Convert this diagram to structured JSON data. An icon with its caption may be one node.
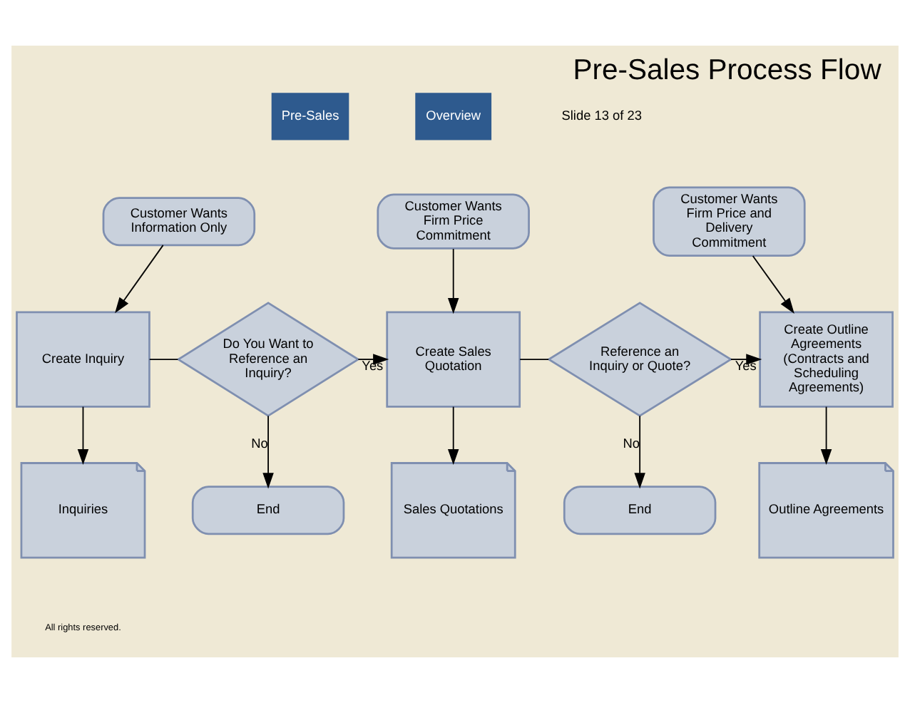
{
  "diagram": {
    "title": "Pre-Sales Process Flow",
    "nodes": [
      {
        "text": [
          "Customer Wants Information Only"
        ]
      },
      {
        "text": [
          "Create Inquiry"
        ]
      },
      {
        "text": [
          "Inquiries"
        ]
      },
      {
        "text": [
          "Do You Want to Reference an Inquiry?"
        ]
      },
      {
        "text": [
          "End"
        ]
      },
      {
        "text": [
          "Customer Wants Firm Price Commitment"
        ]
      },
      {
        "text": [
          "Create Sales Quotation"
        ]
      },
      {
        "text": [
          "Sales Quotations"
        ]
      },
      {
        "text": [
          "Reference an Inquiry or Quote?"
        ]
      },
      {
        "text": [
          "End"
        ]
      },
      {
        "text": [
          "Customer Wants Firm Price and Delivery Commitment"
        ]
      },
      {
        "text": [
          "Create Outline Agreements (Contracts and Scheduling Agreements)"
        ]
      },
      {
        "text": [
          "Outline Agreements"
        ]
      }
    ],
    "edges": [
      {
        "from": 0,
        "to": 1,
        "arrow": "to"
      },
      {
        "from": 1,
        "to": 2,
        "arrow": "to"
      },
      {
        "from": 1,
        "to": 3,
        "arrow": "none"
      },
      {
        "from": 3,
        "to": 6,
        "arrow": "to",
        "label": "Yes"
      },
      {
        "from": 3,
        "to": 4,
        "arrow": "to",
        "label": "No"
      },
      {
        "from": 5,
        "to": 6,
        "arrow": "to"
      },
      {
        "from": 6,
        "to": 7,
        "arrow": "to"
      },
      {
        "from": 6,
        "to": 8,
        "arrow": "none"
      },
      {
        "from": 8,
        "to": 11,
        "arrow": "to",
        "label": "Yes"
      },
      {
        "from": 8,
        "to": 9,
        "arrow": "to",
        "label": "No"
      },
      {
        "from": 10,
        "to": 11,
        "arrow": "to"
      },
      {
        "from": 11,
        "to": 12,
        "arrow": "to"
      }
    ],
    "labels": [
      "Pre-Sales",
      "Overview",
      "Slide 13 of 23",
      "All rights reserved."
    ]
  }
}
